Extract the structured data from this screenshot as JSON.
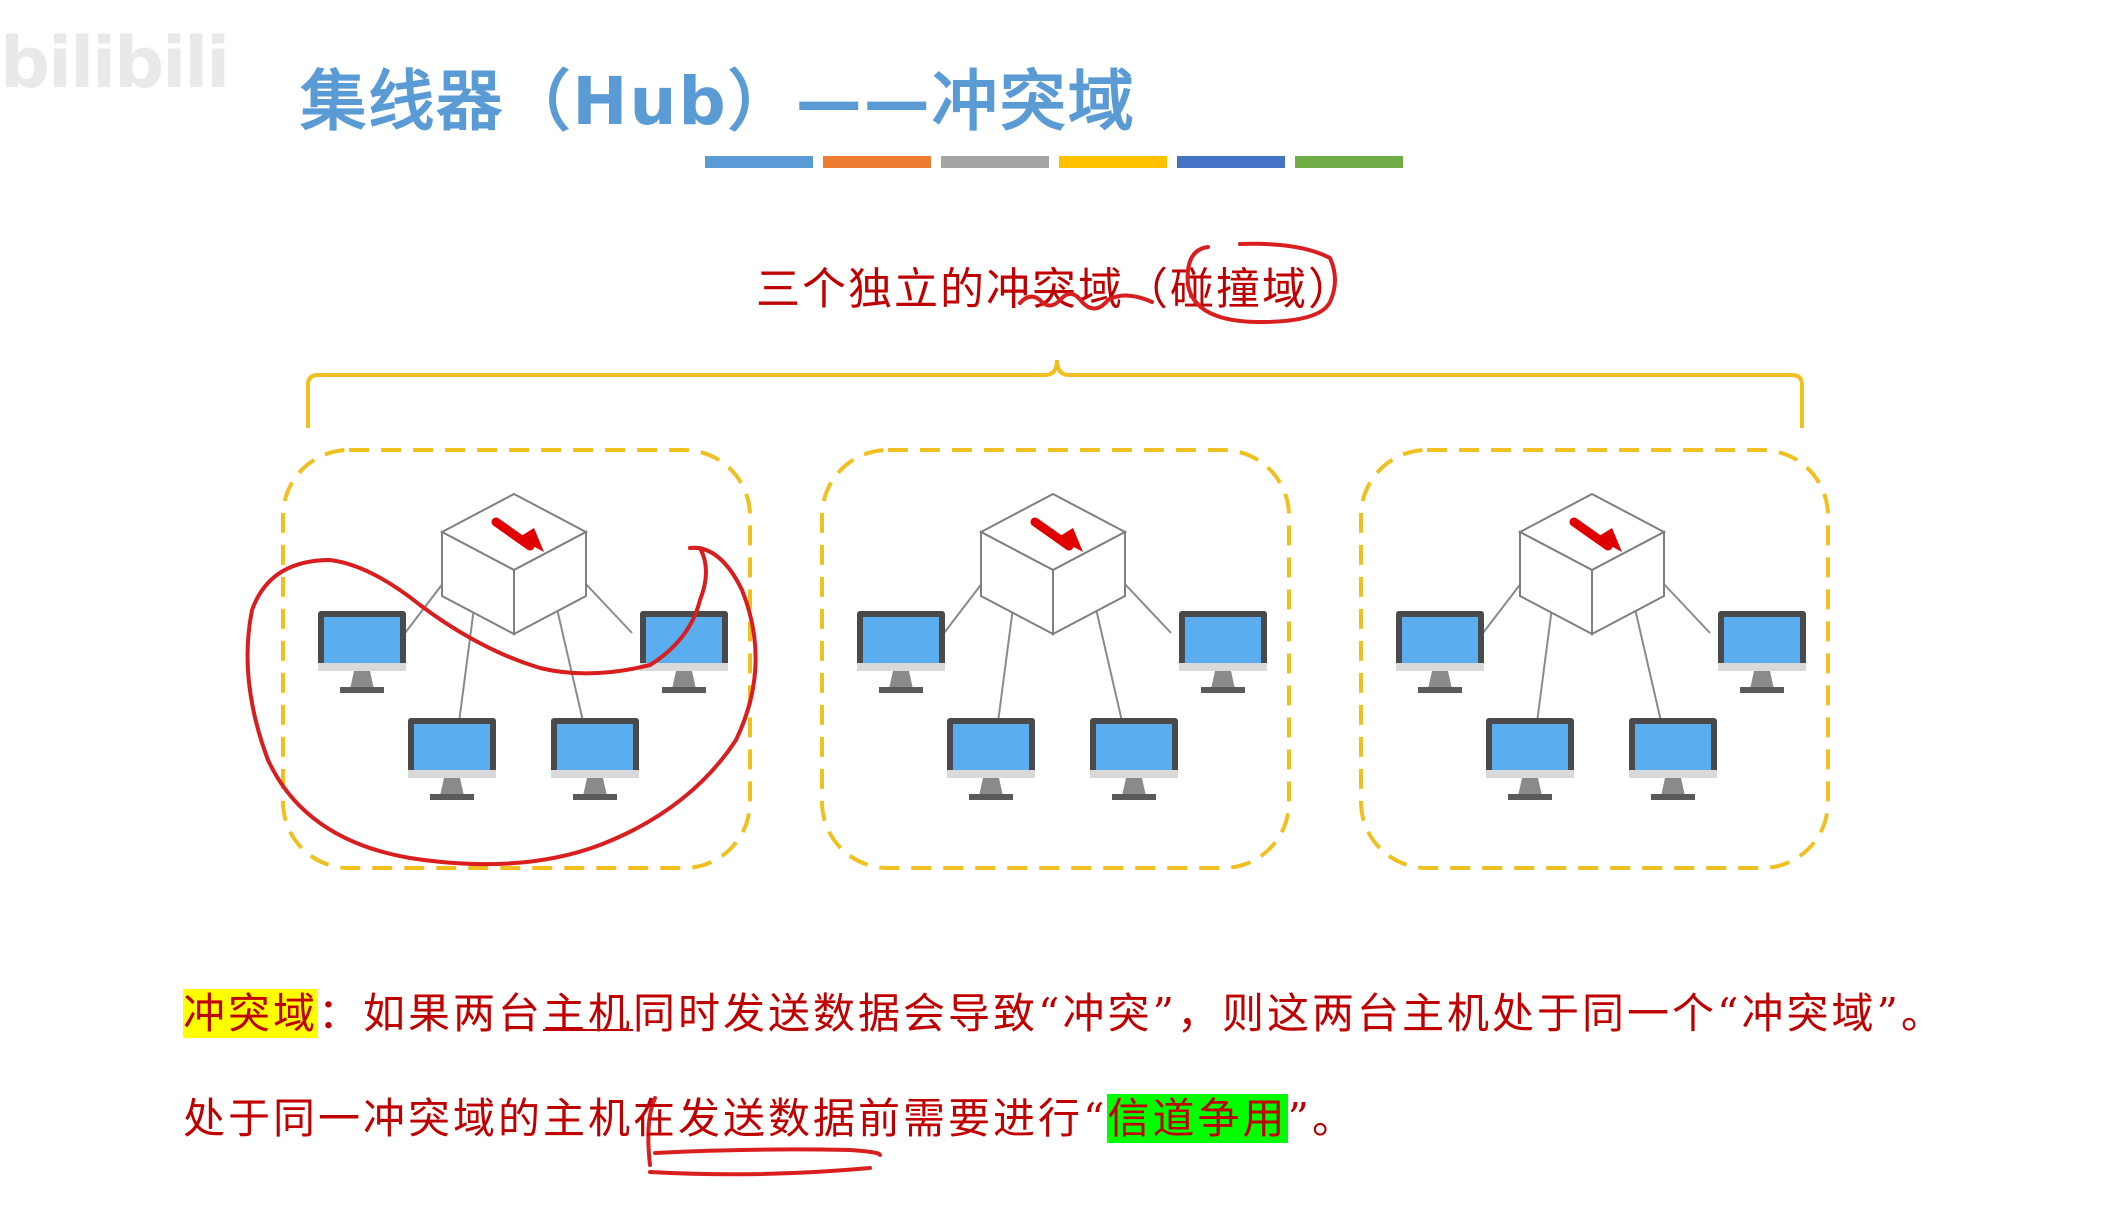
{
  "watermark": "bilibili",
  "title": "集线器（Hub）——冲突域",
  "color_bars": [
    "#5b9bd5",
    "#ed7d31",
    "#a5a5a5",
    "#ffc000",
    "#4472c4",
    "#70ad47"
  ],
  "subtitle": "三个独立的冲突域（碰撞域）",
  "domains": [
    {
      "hub_icon": "hub-icon",
      "computer_icon": "computer-icon",
      "computers": 4
    },
    {
      "hub_icon": "hub-icon",
      "computer_icon": "computer-icon",
      "computers": 4
    },
    {
      "hub_icon": "hub-icon",
      "computer_icon": "computer-icon",
      "computers": 4
    }
  ],
  "definition": {
    "term": "冲突域",
    "colon": "：如果两台",
    "host": "主机",
    "rest": "同时发送数据会导致“冲突”，则这两台主机处于同一个“冲突域”。"
  },
  "second_line": {
    "prefix": "处于同一冲突域的主机在发送数据前需要进行“",
    "highlight": "信道争用",
    "suffix": "”。"
  },
  "colors": {
    "accent_red": "#c00000",
    "domain_border": "#f0c020",
    "annotation": "#d81e1e",
    "title_blue": "#5b9bd5"
  }
}
